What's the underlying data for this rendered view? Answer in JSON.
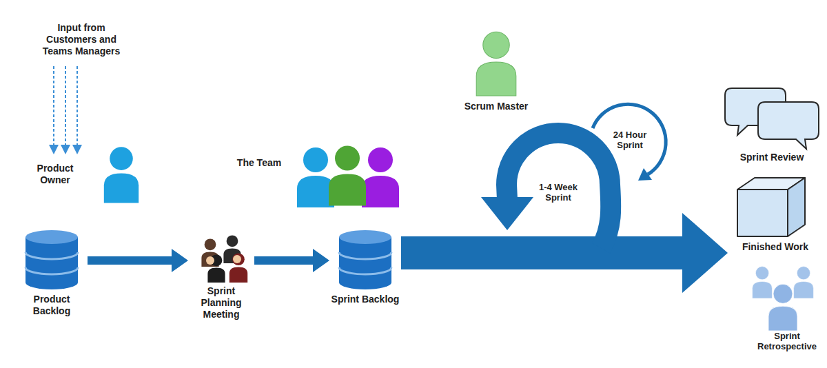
{
  "diagram": {
    "nodes": [
      {
        "text": [
          "Product Owner"
        ]
      },
      {
        "text": [
          "Product Backlog"
        ]
      },
      {
        "text": [
          "Sprint Planning Meeting"
        ]
      },
      {
        "text": [
          "The Team"
        ]
      },
      {
        "text": [
          "Sprint Backlog"
        ]
      },
      {
        "text": [
          "Scrum Master"
        ]
      },
      {
        "text": [
          "Sprint Review"
        ]
      },
      {
        "text": [
          "Finished Work"
        ]
      },
      {
        "text": [
          "Sprint Retrospective"
        ]
      }
    ],
    "edges": [
      {
        "from": 1,
        "to": 2,
        "arrow": "to"
      },
      {
        "from": 2,
        "to": 4,
        "arrow": "to"
      },
      {
        "from": 4,
        "to": 7,
        "arrow": "to"
      }
    ],
    "labels": [
      "Input from Customers and Teams Managers",
      "1-4 Week Sprint",
      "24 Hour Sprint"
    ]
  }
}
